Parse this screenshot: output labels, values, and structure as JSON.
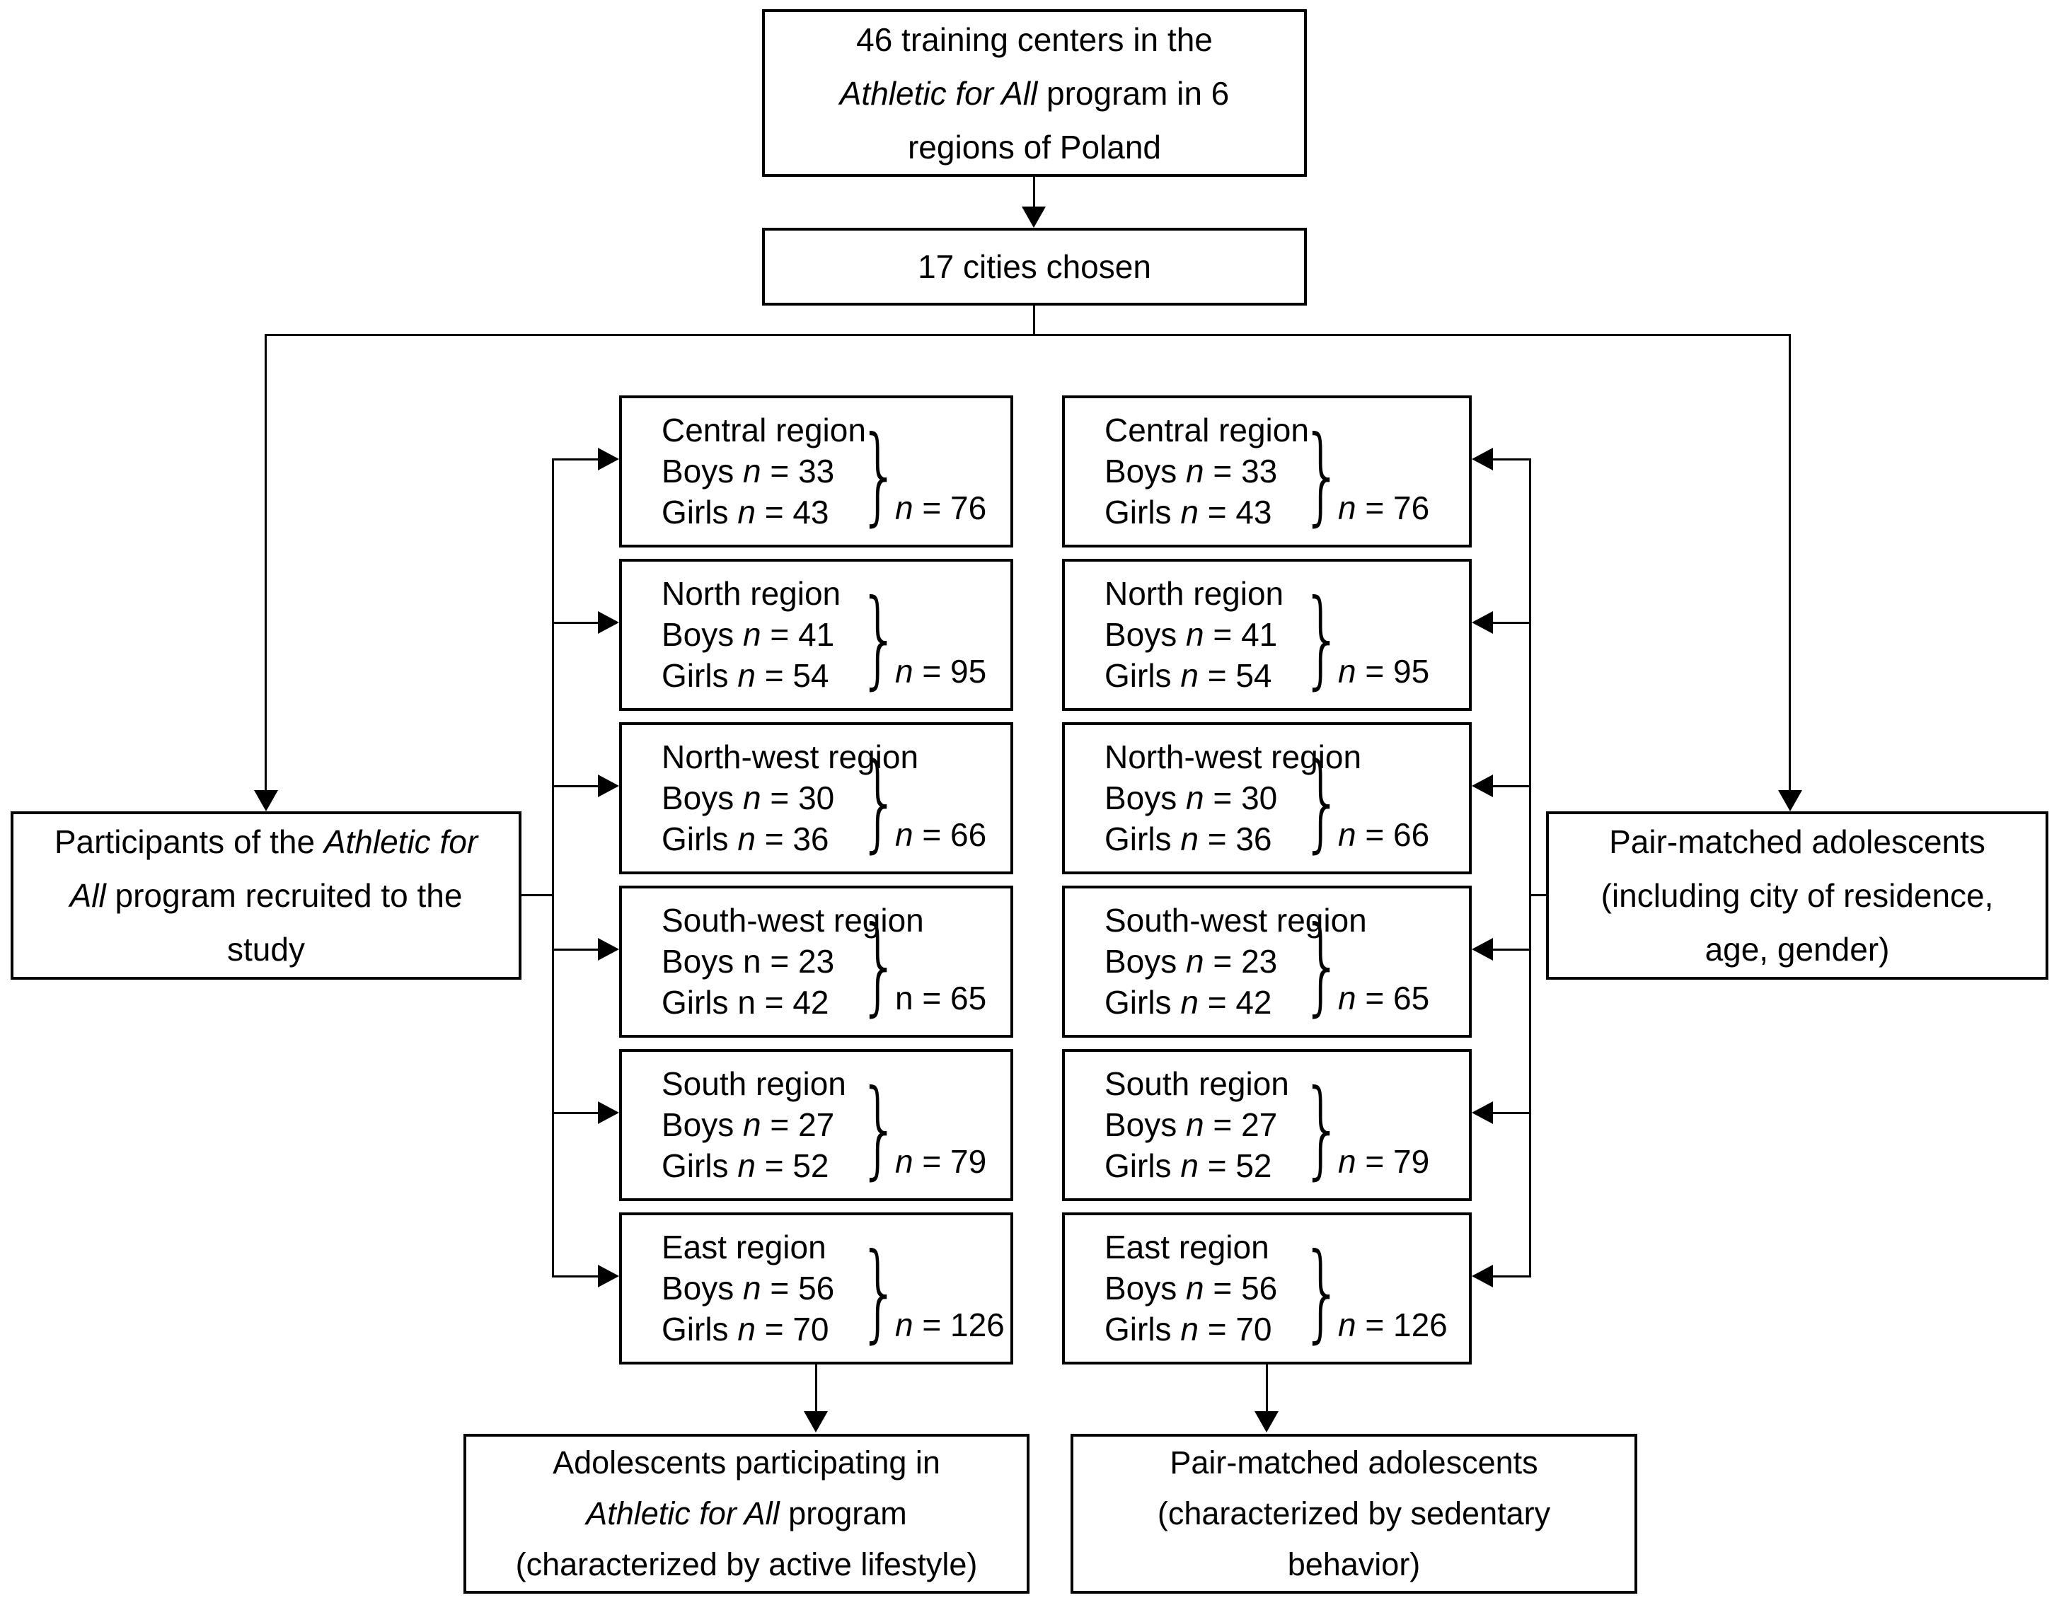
{
  "boxes": {
    "training_centers": {
      "lines": [
        "46 training centers in the",
        "*Athletic for All* program in 6",
        "regions of Poland"
      ]
    },
    "cities": {
      "lines": [
        "17 cities chosen"
      ]
    },
    "participants": {
      "lines": [
        "Participants of the *Athletic for*",
        "*All* program recruited to the",
        "study"
      ]
    },
    "pair_matched": {
      "lines": [
        "Pair-matched adolescents",
        "(including city of residence,",
        "age, gender)"
      ]
    },
    "adolescents_program": {
      "lines": [
        "Adolescents participating in",
        "*Athletic for All* program",
        "(characterized by active lifestyle)"
      ]
    },
    "adolescents_sedentary": {
      "lines": [
        "Pair-matched adolescents",
        "(characterized by sedentary",
        "behavior)"
      ]
    }
  },
  "left_column": {
    "boxes": [
      {
        "region": "Central region",
        "boys": "Boys *n* = 33",
        "girls": "Girls *n* = 43",
        "total": "*n* = 76"
      },
      {
        "region": "North region",
        "boys": "Boys *n* = 41",
        "girls": "Girls *n* = 54",
        "total": "*n* = 95"
      },
      {
        "region": "North-west region",
        "boys": "Boys *n* = 30",
        "girls": "Girls *n* = 36",
        "total": "*n* = 66"
      },
      {
        "region": "South-west region",
        "boys": "Boys n = 23",
        "girls": "Girls n = 42",
        "total": "n = 65"
      },
      {
        "region": "South region",
        "boys": "Boys *n* = 27",
        "girls": "Girls *n* = 52",
        "total": "*n* = 79"
      },
      {
        "region": "East region",
        "boys": "Boys *n* = 56",
        "girls": "Girls *n* = 70",
        "total": "*n* = 126"
      }
    ]
  },
  "right_column": {
    "boxes": [
      {
        "region": "Central region",
        "boys": "Boys *n* = 33",
        "girls": "Girls *n* = 43",
        "total": "*n* = 76"
      },
      {
        "region": "North region",
        "boys": "Boys *n* = 41",
        "girls": "Girls *n* = 54",
        "total": "*n* = 95"
      },
      {
        "region": "North-west region",
        "boys": "Boys *n* = 30",
        "girls": "Girls *n* = 36",
        "total": "*n* = 66"
      },
      {
        "region": "South-west region",
        "boys": "Boys *n* = 23",
        "girls": "Girls *n* = 42",
        "total": "*n* = 65"
      },
      {
        "region": "South region",
        "boys": "Boys *n* = 27",
        "girls": "Girls *n* = 52",
        "total": "*n* = 79"
      },
      {
        "region": "East region",
        "boys": "Boys *n* = 56",
        "girls": "Girls *n* = 70",
        "total": "*n* = 126"
      }
    ]
  },
  "colors": {
    "line": "#000000",
    "background": "#ffffff",
    "text": "#000000"
  }
}
